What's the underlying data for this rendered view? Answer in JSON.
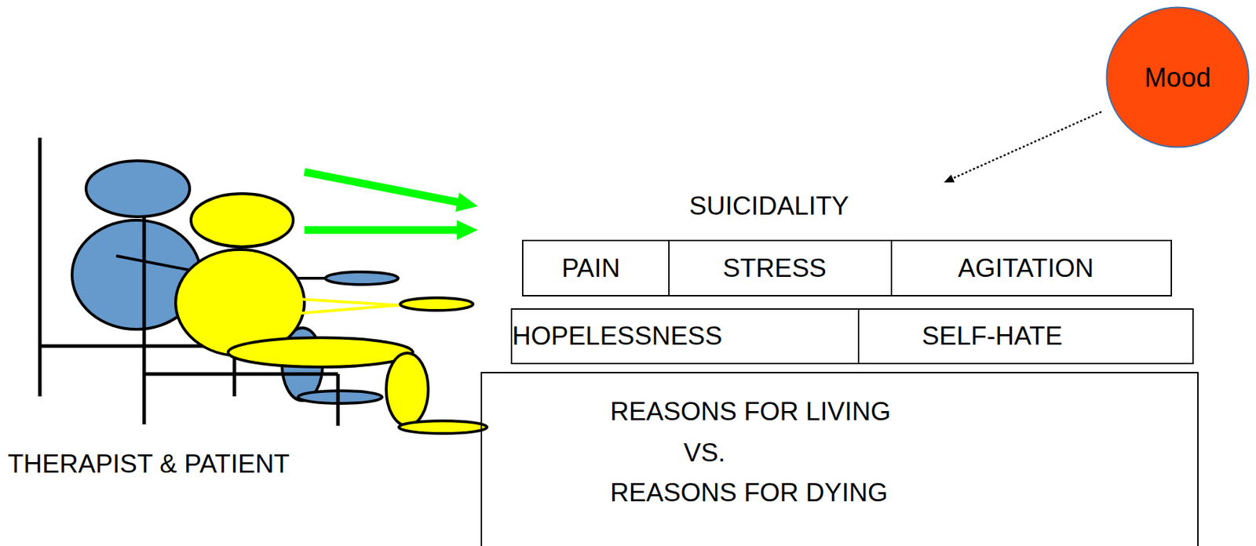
{
  "diagram": {
    "nodes": [
      {
        "text": [
          "Mood"
        ]
      },
      {
        "text": [
          "PAIN"
        ]
      },
      {
        "text": [
          "STRESS"
        ]
      },
      {
        "text": [
          "AGITATION"
        ]
      },
      {
        "text": [
          "HOPELESSNESS"
        ]
      },
      {
        "text": [
          "SELF-HATE"
        ]
      },
      {
        "text": [
          "REASONS FOR LIVING",
          "VS.",
          "REASONS FOR DYING"
        ]
      }
    ],
    "labels": [
      "SUICIDALITY",
      "THERAPIST & PATIENT"
    ]
  }
}
